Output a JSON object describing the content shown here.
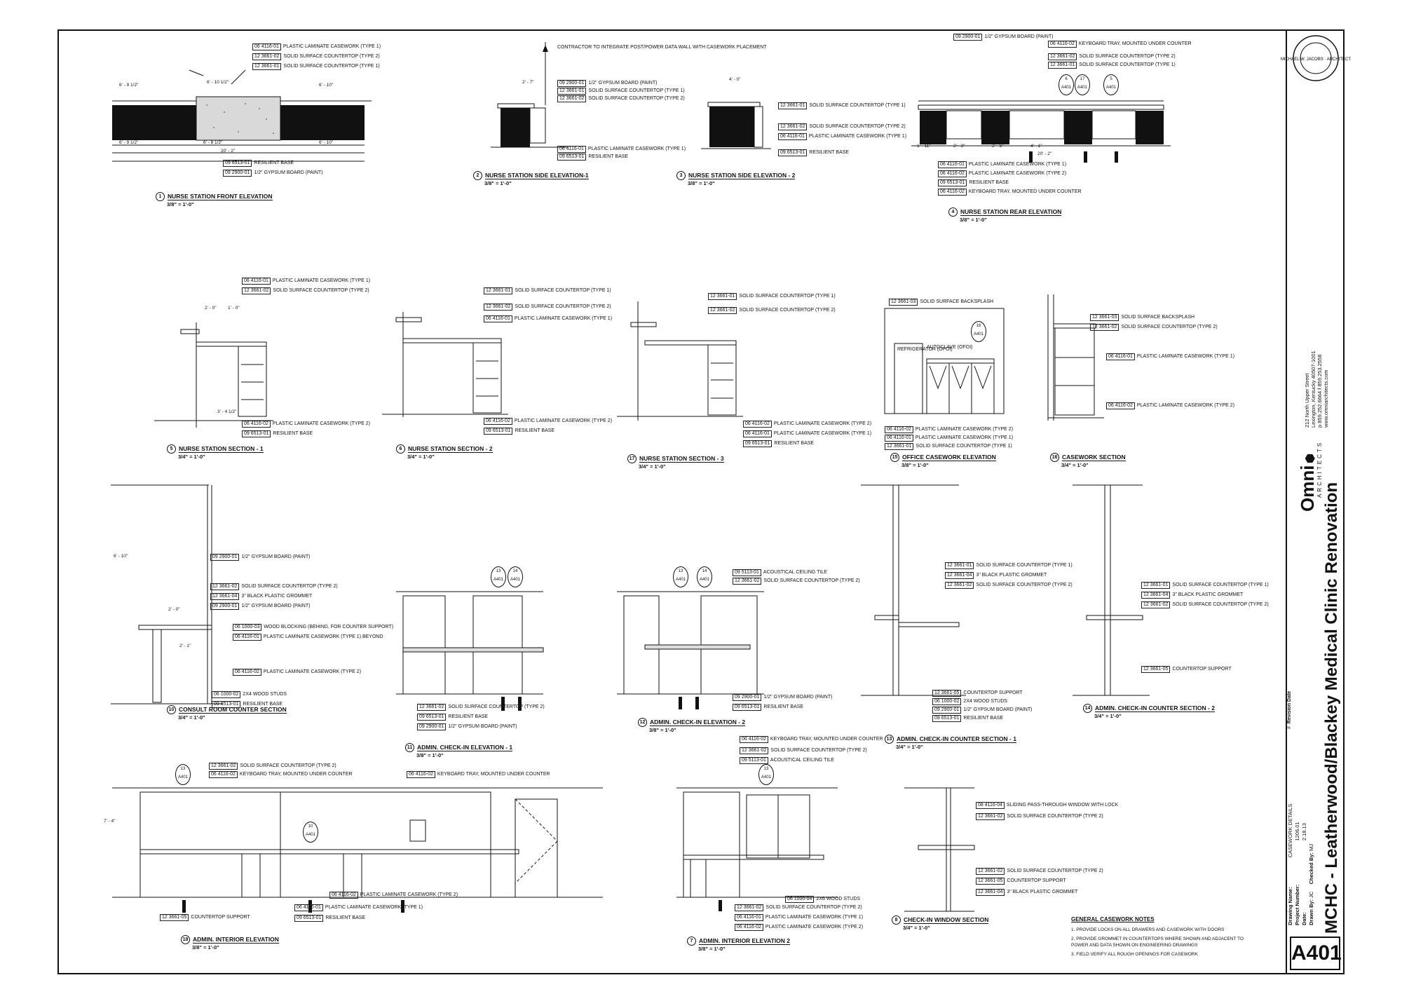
{
  "sheet": {
    "project_title": "MCHC - Leatherwood/Blackey Medical Clinic Renovation",
    "sheet_number": "A401",
    "drawing_name_label": "Drawing Name:",
    "drawing_name": "CASEWORK DETAILS",
    "project_number_label": "Project Number:",
    "project_number": "1206.01",
    "date_label": "Date:",
    "date": "2.18.13",
    "drawn_by_label": "Drawn By:",
    "drawn_by": "JC",
    "checked_by_label": "Checked By:",
    "checked_by": "MJ",
    "revision_hash": "#",
    "revision_date_label": "Revision Date",
    "firm_name": "Omni",
    "firm_sub": "ARCHITECTS",
    "firm_address_1": "212 North Upper Street",
    "firm_address_2": "Lexington, Kentucky 40507-1001",
    "firm_phone": "p 859.252.6664 f 859.253.2558",
    "firm_web": "www.omniarchitects.com",
    "seal_text": "MICHAEL W. JACOBS · ARCHITECT"
  },
  "details": [
    {
      "num": "1",
      "title": "NURSE STATION FRONT ELEVATION",
      "scale": "3/8\" = 1'-0\""
    },
    {
      "num": "2",
      "title": "NURSE STATION SIDE ELEVATION-1",
      "scale": "3/8\" = 1'-0\""
    },
    {
      "num": "3",
      "title": "NURSE STATION SIDE ELEVATION - 2",
      "scale": "3/8\" = 1'-0\""
    },
    {
      "num": "4",
      "title": "NURSE STATION REAR ELEVATION",
      "scale": "3/8\" = 1'-0\""
    },
    {
      "num": "5",
      "title": "NURSE STATION SECTION - 1",
      "scale": "3/4\" = 1'-0\""
    },
    {
      "num": "6",
      "title": "NURSE STATION SECTION - 2",
      "scale": "3/4\" = 1'-0\""
    },
    {
      "num": "17",
      "title": "NURSE STATION SECTION - 3",
      "scale": "3/4\" = 1'-0\""
    },
    {
      "num": "15",
      "title": "OFFICE CASEWORK ELEVATION",
      "scale": "3/8\" = 1'-0\""
    },
    {
      "num": "16",
      "title": "CASEWORK SECTION",
      "scale": "3/4\" = 1'-0\""
    },
    {
      "num": "10",
      "title": "CONSULT ROOM COUNTER SECTION",
      "scale": "3/4\" = 1'-0\""
    },
    {
      "num": "11",
      "title": "ADMIN. CHECK-IN ELEVATION - 1",
      "scale": "3/8\" = 1'-0\""
    },
    {
      "num": "12",
      "title": "ADMIN. CHECK-IN ELEVATION - 2",
      "scale": "3/8\" = 1'-0\""
    },
    {
      "num": "13",
      "title": "ADMIN. CHECK-IN COUNTER SECTION - 1",
      "scale": "3/4\" = 1'-0\""
    },
    {
      "num": "14",
      "title": "ADMIN. CHECK-IN COUNTER SECTION - 2",
      "scale": "3/4\" = 1'-0\""
    },
    {
      "num": "18",
      "title": "ADMIN. INTERIOR ELEVATION",
      "scale": "3/8\" = 1'-0\""
    },
    {
      "num": "7",
      "title": "ADMIN. INTERIOR ELEVATION 2",
      "scale": "3/8\" = 1'-0\""
    },
    {
      "num": "8",
      "title": "CHECK-IN WINDOW SECTION",
      "scale": "3/4\" = 1'-0\""
    }
  ],
  "keynotes": {
    "pl1": {
      "code": "06 4116-01",
      "text": "PLASTIC LAMINATE CASEWORK (TYPE 1)"
    },
    "pl2": {
      "code": "06 4116-02",
      "text": "PLASTIC LAMINATE CASEWORK (TYPE 2)"
    },
    "ss1": {
      "code": "12 3661-01",
      "text": "SOLID SURFACE COUNTERTOP (TYPE 1)"
    },
    "ss2": {
      "code": "12 3661-02",
      "text": "SOLID SURFACE COUNTERTOP (TYPE 2)"
    },
    "base": {
      "code": "09 6513-01",
      "text": "RESILIENT BASE"
    },
    "gyp": {
      "code": "09 2900-01",
      "text": "1/2\" GYPSUM BOARD (PAINT)"
    },
    "kbd": {
      "code": "06 4116-02",
      "text": "KEYBOARD TRAY, MOUNTED UNDER COUNTER"
    },
    "splash": {
      "code": "12 3661-03",
      "text": "SOLID SURFACE BACKSPLASH"
    },
    "grommet": {
      "code": "12 3661-04",
      "text": "3\" BLACK PLASTIC GROMMET"
    },
    "support": {
      "code": "12 3661-05",
      "text": "COUNTERTOP SUPPORT"
    },
    "studs": {
      "code": "06 1000-02",
      "text": "2X4 WOOD STUDS"
    },
    "blocking": {
      "code": "06 1000-03",
      "text": "WOOD BLOCKING (BEHIND, FOR COUNTER SUPPORT)"
    },
    "pl1beyond": {
      "code": "06 4116-01",
      "text": "PLASTIC LAMINATE CASEWORK (TYPE 1) BEYOND"
    },
    "act": {
      "code": "09 5113-01",
      "text": "ACOUSTICAL CEILING TILE"
    },
    "window": {
      "code": "08 4116-04",
      "text": "SLIDING PASS-THROUGH WINDOW WITH LOCK"
    },
    "studs6": {
      "code": "06 1000-04",
      "text": "2X6 WOOD STUDS"
    },
    "contractor": {
      "code": "",
      "text": "CONTRACTOR TO INTEGRATE POST/POWER DATA WALL WITH CASEWORK PLACEMENT"
    }
  },
  "dims": {
    "d1": "6' - 9 1/2\"",
    "d2": "6' - 10 1/2\"",
    "d3": "6' - 10\"",
    "d4": "6' - 8 1/2\"",
    "d5": "20' - 2\"",
    "d6": "2' - 7\"",
    "d7": "4' - 0\"",
    "d8": "1' - 11\"",
    "d9": "2' - 5\"",
    "d10": "4' - 1\"",
    "d11": "3' - 3\"",
    "d12": "2' - 0\"",
    "d13": "1' - 0\"",
    "d14": "3' - 4 1/2\"",
    "d15": "6' - 10\"",
    "d16": "2' - 1\"",
    "d17": "7' - 4\""
  },
  "general_notes": {
    "heading": "GENERAL CASEWORK NOTES",
    "items": [
      "1. PROVIDE LOCKS ON ALL DRAWERS AND CASEWORK WITH DOORS",
      "2. PROVIDE GROMMET IN COUNTERTOPS WHERE SHOWN AND ADJACENT TO POWER AND DATA SHOWN ON ENGINEERING DRAWINGS",
      "3. FIELD VERIFY ALL ROUGH OPENINGS FOR CASEWORK"
    ]
  },
  "refs": {
    "a401": "A401",
    "b6": "6",
    "b5": "5",
    "b17": "17",
    "b13": "13",
    "b14": "14",
    "b10": "10",
    "b16": "16"
  },
  "labels": {
    "refrigerator": "REFRIGERATOR (OFOI)",
    "autoclave": "AUTOCLAVE (OFOI)"
  }
}
